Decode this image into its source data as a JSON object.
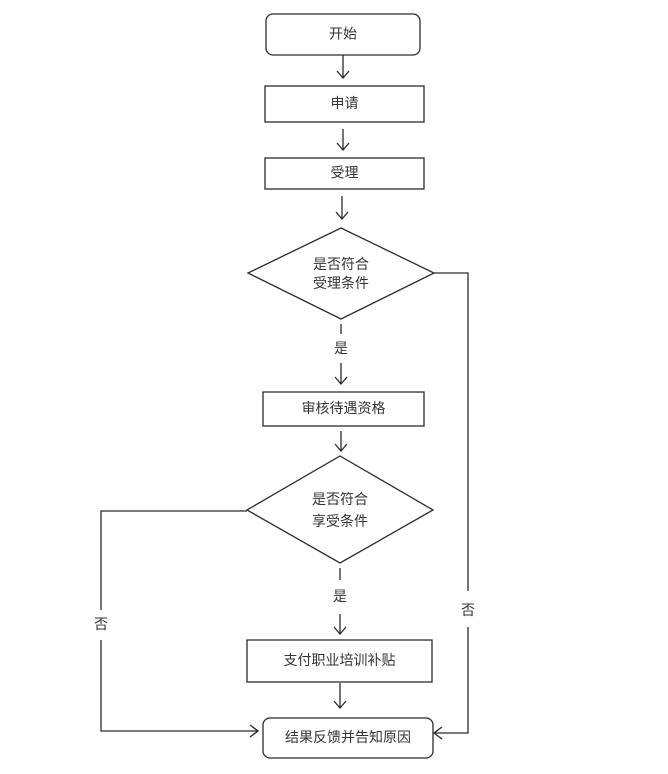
{
  "diagram": {
    "type": "flowchart",
    "nodes": {
      "start": {
        "label": "开始",
        "shape": "rounded-rect"
      },
      "apply": {
        "label": "申请",
        "shape": "rect"
      },
      "accept": {
        "label": "受理",
        "shape": "rect"
      },
      "check_accept": {
        "label_lines": [
          "是否符合",
          "受理条件"
        ],
        "shape": "diamond"
      },
      "review": {
        "label": "审核待遇资格",
        "shape": "rect"
      },
      "check_eligible": {
        "label_lines": [
          "是否符合",
          "享受条件"
        ],
        "shape": "diamond"
      },
      "pay": {
        "label": "支付职业培训补贴",
        "shape": "rect"
      },
      "end": {
        "label": "结果反馈并告知原因",
        "shape": "rounded-rect"
      }
    },
    "edges": {
      "accept_yes": {
        "from": "check_accept",
        "to": "review",
        "label": "是"
      },
      "accept_no": {
        "from": "check_accept",
        "to": "end",
        "label": "否"
      },
      "eligible_yes": {
        "from": "check_eligible",
        "to": "pay",
        "label": "是"
      },
      "eligible_no": {
        "from": "check_eligible",
        "to": "end",
        "label": "否"
      }
    }
  }
}
